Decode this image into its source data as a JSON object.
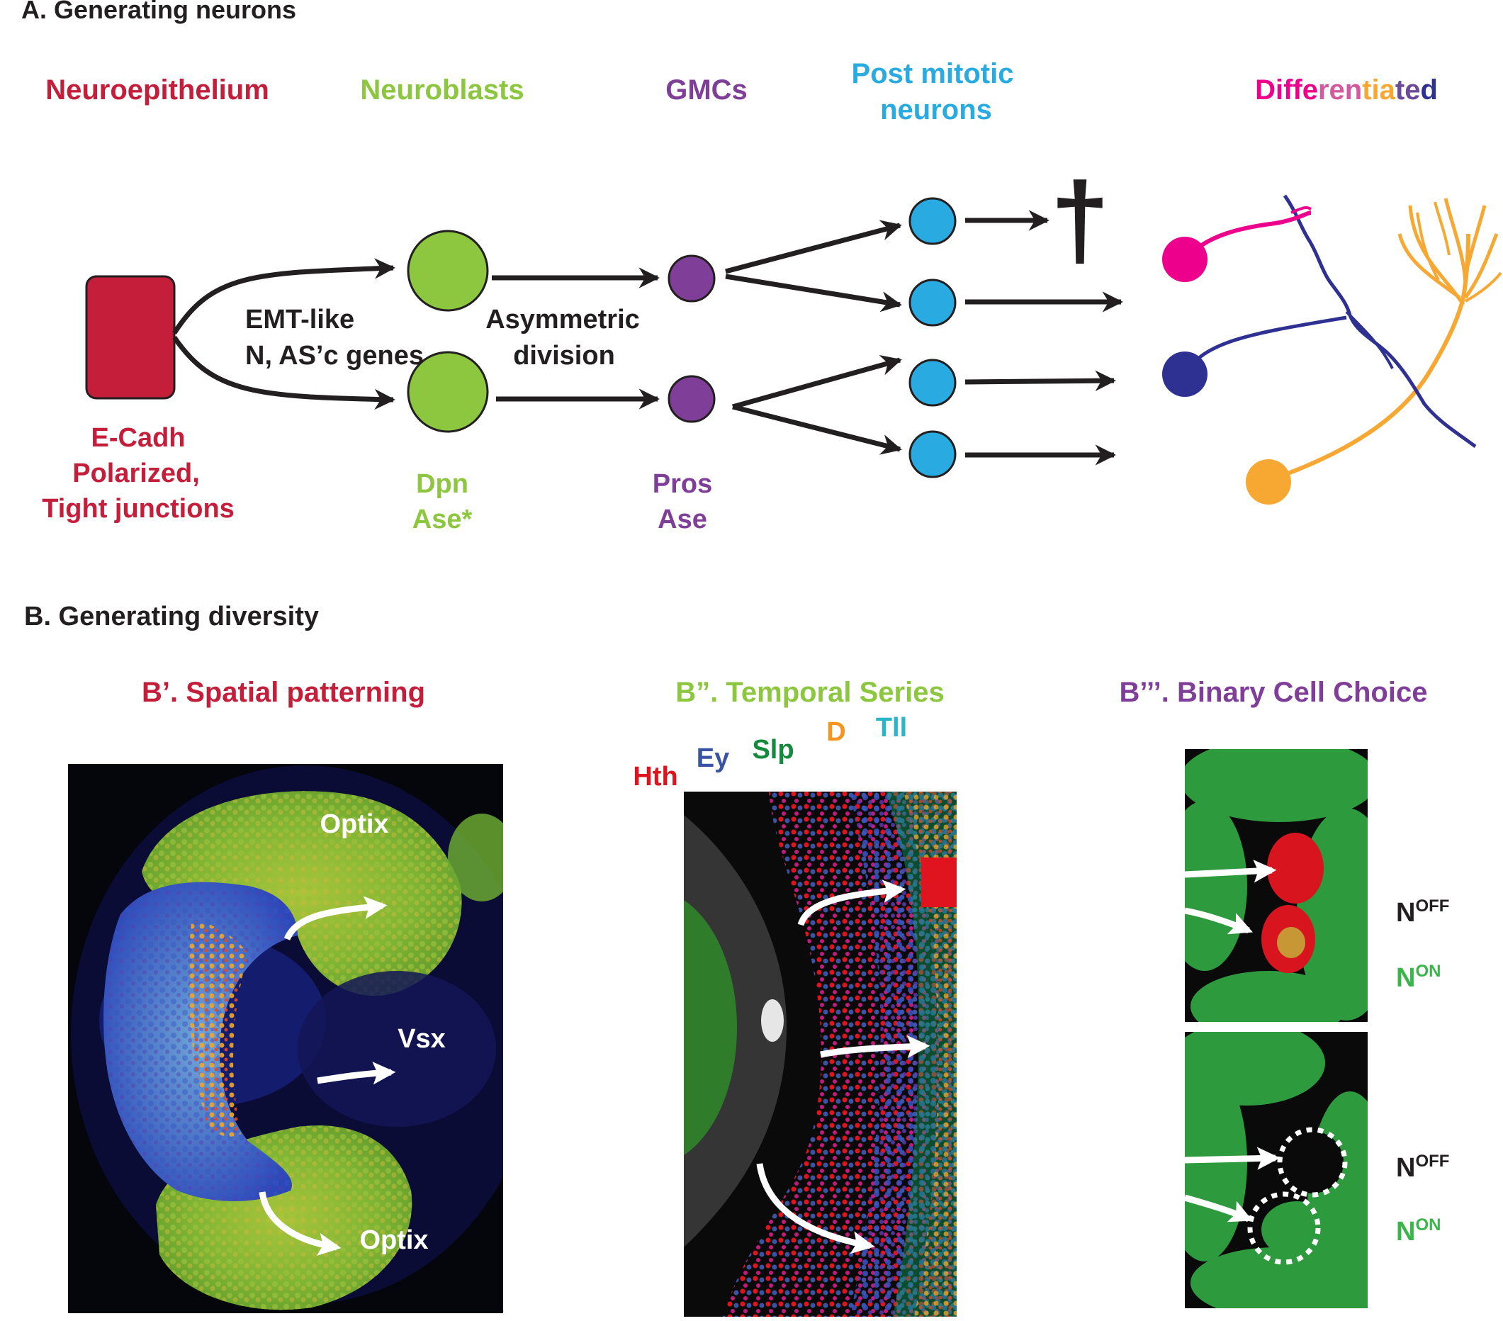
{
  "panel_a": {
    "title": "A. Generating neurons",
    "stages": {
      "neuroepithelium": "Neuroepithelium",
      "neuroblasts": "Neuroblasts",
      "gmcs": "GMCs",
      "post_mitotic_line1": "Post mitotic",
      "post_mitotic_line2": "neurons",
      "differentiated": "Differentiated"
    },
    "annotations": {
      "emt_line1": "EMT-like",
      "emt_line2": "N, AS’c genes",
      "asym_line1": "Asymmetric",
      "asym_line2": "division"
    },
    "markers": {
      "ne_line1": "E-Cadh",
      "ne_line2": "Polarized,",
      "ne_line3": "Tight junctions",
      "nb_line1": "Dpn",
      "nb_line2": "Ase*",
      "gmc_line1": "Pros",
      "gmc_line2": "Ase"
    },
    "death_symbol": "†"
  },
  "panel_b": {
    "title": "B. Generating diversity",
    "spatial": {
      "title": "B’. Spatial patterning",
      "label_top": "Optix",
      "label_mid": "Vsx",
      "label_bottom": "Optix"
    },
    "temporal": {
      "title": "B”. Temporal Series",
      "factors": [
        "Hth",
        "Ey",
        "Slp",
        "D",
        "Tll"
      ]
    },
    "binary": {
      "title": "B’’’. Binary Cell Choice",
      "n": "N",
      "off": "OFF",
      "on": "ON"
    }
  },
  "colors": {
    "red": "#c41e3a",
    "green": "#8dc63f",
    "purple": "#7f3f98",
    "cyan": "#29abe2",
    "magenta": "#ec008c",
    "navy": "#2e3192",
    "orange": "#f7a833",
    "hth": "#e0141e",
    "ey": "#3a53a4",
    "slp": "#138a3c",
    "d": "#f7941d",
    "tll": "#2bb5c8",
    "n_on": "#39b54a"
  }
}
